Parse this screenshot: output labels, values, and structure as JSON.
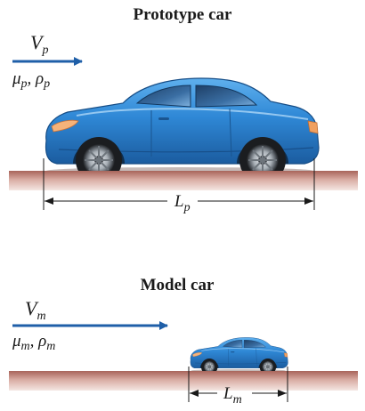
{
  "prototype": {
    "title": "Prototype car",
    "velocity_label": "V",
    "velocity_sub": "p",
    "mu_label": "μ",
    "mu_sub": "p",
    "rho_label": "ρ",
    "rho_sub": "p",
    "length_label": "L",
    "length_sub": "p"
  },
  "model": {
    "title": "Model car",
    "velocity_label": "V",
    "velocity_sub": "m",
    "mu_label": "μ",
    "mu_sub": "m",
    "rho_label": "ρ",
    "rho_sub": "m",
    "length_label": "L",
    "length_sub": "m"
  },
  "colors": {
    "car_body": "#2f88d6",
    "car_dark": "#1c5fa3",
    "arrow": "#1f5fa8",
    "ground_top": "#a8645a",
    "ground_bottom": "#f0dcd6"
  },
  "icons": {
    "car": "car-icon",
    "flow_arrow": "arrow-right-icon"
  }
}
